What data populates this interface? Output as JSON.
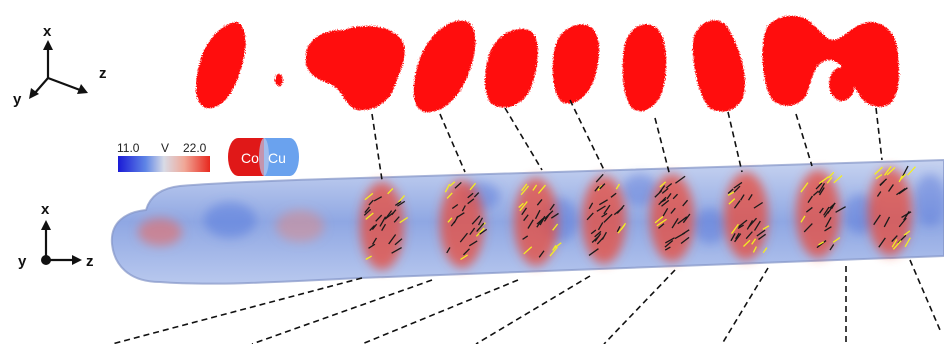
{
  "axes_top": {
    "x": "x",
    "y": "y",
    "z": "z"
  },
  "axes_bottom": {
    "x": "x",
    "y": "y",
    "z": "z"
  },
  "colorbar": {
    "min": "11.0",
    "label": "V",
    "max": "22.0",
    "colors": [
      "#1a1ad6",
      "#5f85e6",
      "#d8dbe6",
      "#f0a898",
      "#e8281e"
    ]
  },
  "legend": {
    "left": "Co",
    "right": "Cu",
    "co_color": "#e01818",
    "cu_color": "#6aa2ee"
  },
  "colors": {
    "blob": "#ff1010",
    "wire_body": "#9bb2e6",
    "wire_outline": "#7c8fc0",
    "segment": "#e84a3a",
    "vector_dark": "#1a1a1a",
    "vector_yellow": "#f2ee22"
  }
}
